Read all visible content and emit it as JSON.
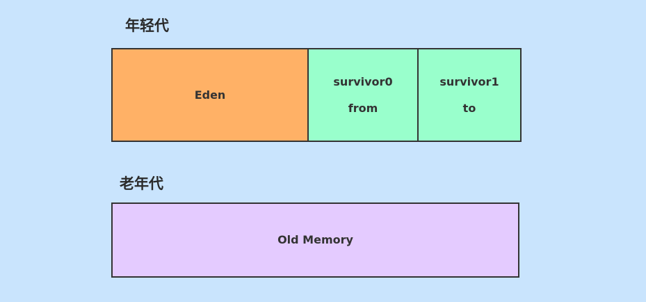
{
  "young_generation": {
    "title": "年轻代",
    "eden": {
      "label": "Eden",
      "color": "#ffb166"
    },
    "survivor0": {
      "label": "survivor0",
      "sublabel": "from",
      "color": "#99ffcc"
    },
    "survivor1": {
      "label": "survivor1",
      "sublabel": "to",
      "color": "#99ffcc"
    }
  },
  "old_generation": {
    "title": "老年代",
    "memory": {
      "label": "Old Memory",
      "color": "#e4cbff"
    }
  },
  "colors": {
    "background": "#c9e4fd",
    "border": "#333333"
  }
}
